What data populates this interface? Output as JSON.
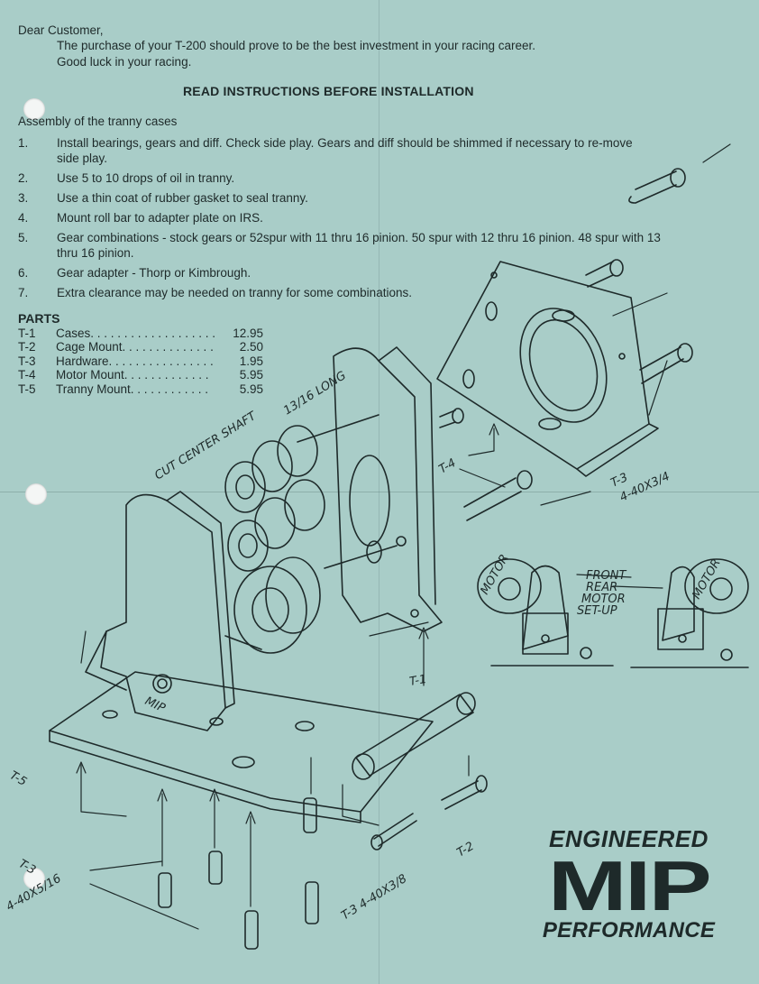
{
  "letter": {
    "salutation": "Dear Customer,",
    "line1": "The purchase of your T-200 should prove to be the best investment in your racing career.",
    "line2": "Good luck in your racing.",
    "heading": "READ INSTRUCTIONS BEFORE INSTALLATION",
    "section_title": "Assembly of the tranny cases"
  },
  "steps": [
    {
      "num": "1.",
      "text": "Install bearings, gears and diff.  Check side play.  Gears and diff should be shimmed if necessary to re-move side play."
    },
    {
      "num": "2.",
      "text": "Use 5 to 10 drops of oil in tranny."
    },
    {
      "num": "3.",
      "text": "Use a thin coat of rubber gasket to seal tranny."
    },
    {
      "num": "4.",
      "text": "Mount roll bar to adapter plate on IRS."
    },
    {
      "num": "5.",
      "text": "Gear combinations - stock gears or 52spur with 11 thru 16 pinion.  50 spur with 12 thru 16 pinion. 48 spur with 13 thru 16 pinion."
    },
    {
      "num": "6.",
      "text": "Gear adapter - Thorp or Kimbrough."
    },
    {
      "num": "7.",
      "text": "Extra clearance may be needed on tranny for some combinations."
    }
  ],
  "parts": {
    "title": "PARTS",
    "rows": [
      {
        "code": "T-1",
        "desc": "Cases. . . . . . . . . . . . . . . . . . .",
        "price": "12.95"
      },
      {
        "code": "T-2",
        "desc": "Cage Mount. . . . . . . . . . . . . .",
        "price": "2.50"
      },
      {
        "code": "T-3",
        "desc": "Hardware. . . . . . . . . . . . . . . .",
        "price": "1.95"
      },
      {
        "code": "T-4",
        "desc": "Motor Mount. . . . . . . . . . . . .",
        "price": "5.95"
      },
      {
        "code": "T-5",
        "desc": "Tranny Mount. . . . . . . . . . . .",
        "price": "5.95"
      }
    ]
  },
  "annotations": {
    "cut_shaft": "CUT CENTER SHAFT",
    "long": "13/16 LONG",
    "t4": "T-4",
    "t3_a": "T-3",
    "t3_a2": "4-40X3/4",
    "front_rear": "FRONT",
    "rear": "REAR",
    "motor": "MOTOR",
    "setup": "SET-UP",
    "t1": "T-1",
    "t5": "T-5",
    "t3_b": "T-3",
    "t3_b2": "4-40X5/16",
    "t3_c": "T-3  4-40X3/8",
    "t2": "T-2",
    "mip_case": "MIP",
    "motor_label": "MOTOR"
  },
  "logo": {
    "top": "ENGINEERED",
    "middle": "MIP",
    "bottom": "PERFORMANCE"
  }
}
